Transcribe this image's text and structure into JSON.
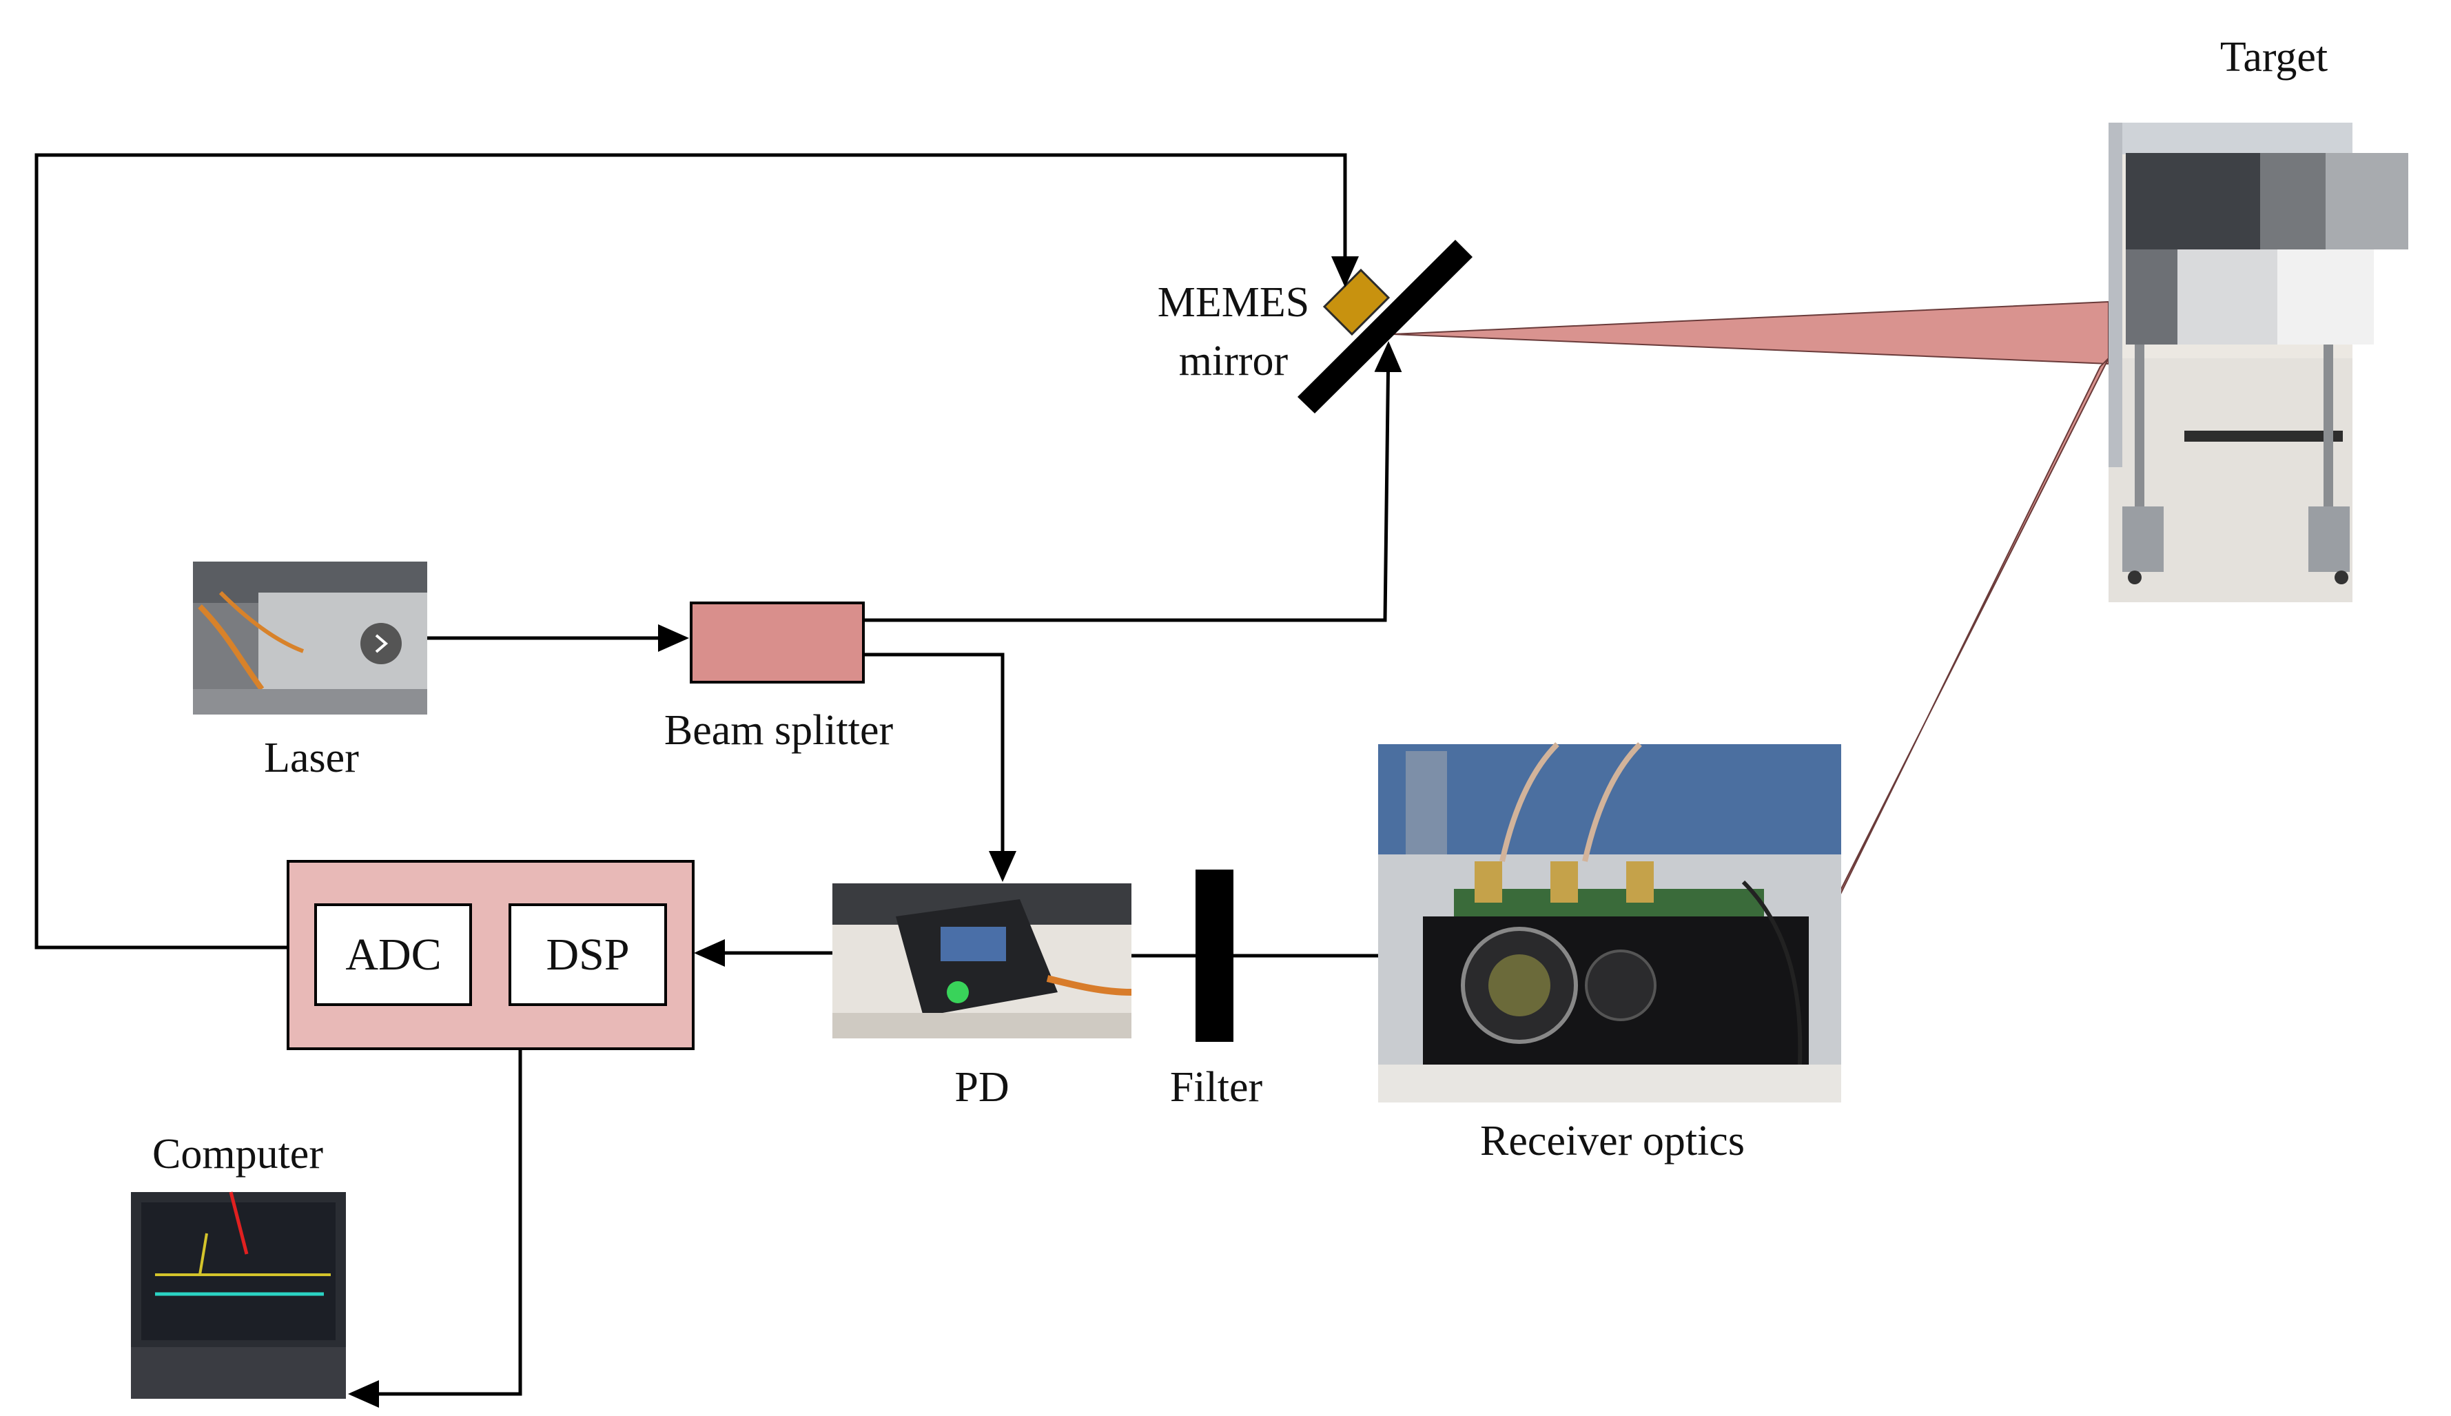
{
  "labels": {
    "target": "Target",
    "memes_line1": "MEMES",
    "memes_line2": "mirror",
    "laser": "Laser",
    "beam_splitter": "Beam splitter",
    "adc": "ADC",
    "dsp": "DSP",
    "pd": "PD",
    "filter": "Filter",
    "receiver_optics": "Receiver optics",
    "computer": "Computer"
  },
  "colors": {
    "beam": "#d9938f",
    "beam_splitter_fill": "#d98f8c",
    "processor_fill": "#e8b9b7",
    "mirror_actuator": "#c8920f",
    "mirror_body": "#000000",
    "filter": "#000000",
    "wire": "#000000"
  },
  "photos": {
    "laser": "laser-photo",
    "pd": "photodetector-photo",
    "receiver_optics": "receiver-optics-photo",
    "target": "target-board-photo",
    "computer": "computer-screen-photo"
  }
}
